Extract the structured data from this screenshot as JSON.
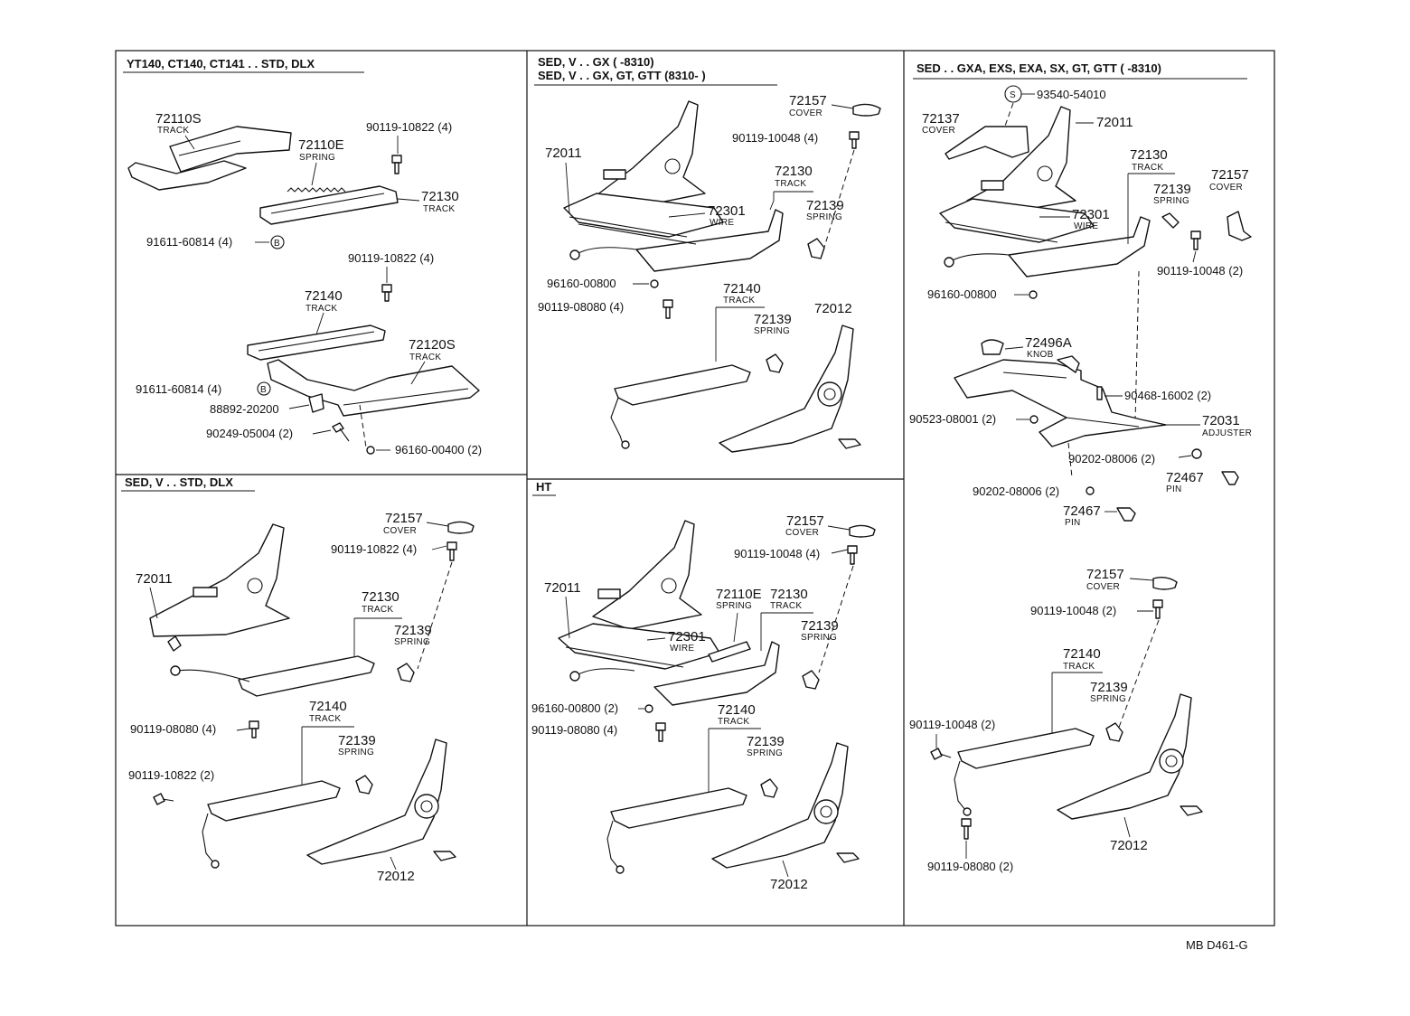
{
  "panels": {
    "p1": {
      "header": "YT140, CT140, CT141 . . STD, DLX",
      "items": [
        {
          "num": "72110S",
          "name": "TRACK"
        },
        {
          "num": "72110E",
          "name": "SPRING"
        },
        {
          "num": "90119-10822 (4)",
          "name": ""
        },
        {
          "num": "72130",
          "name": "TRACK"
        },
        {
          "num": "91611-60814 (4)",
          "name": "",
          "badge": "B"
        },
        {
          "num": "90119-10822 (4)",
          "name": ""
        },
        {
          "num": "72140",
          "name": "TRACK"
        },
        {
          "num": "72120S",
          "name": "TRACK"
        },
        {
          "num": "91611-60814 (4)",
          "name": "",
          "badge": "B"
        },
        {
          "num": "88892-20200",
          "name": ""
        },
        {
          "num": "90249-05004 (2)",
          "name": ""
        },
        {
          "num": "96160-00400 (2)",
          "name": ""
        }
      ]
    },
    "p2": {
      "header_line1": "SED, V . . GX (        -8310)",
      "header_line2": "SED, V . . GX, GT, GTT (8310-          )",
      "items": [
        {
          "num": "72157",
          "name": "COVER"
        },
        {
          "num": "90119-10048 (4)",
          "name": ""
        },
        {
          "num": "72011",
          "name": ""
        },
        {
          "num": "72130",
          "name": "TRACK"
        },
        {
          "num": "72301",
          "name": "WIRE"
        },
        {
          "num": "72139",
          "name": "SPRING"
        },
        {
          "num": "96160-00800",
          "name": ""
        },
        {
          "num": "90119-08080 (4)",
          "name": ""
        },
        {
          "num": "72140",
          "name": "TRACK"
        },
        {
          "num": "72139",
          "name": "SPRING"
        },
        {
          "num": "72012",
          "name": ""
        }
      ]
    },
    "p3": {
      "header": "SED . . GXA, EXS, EXA, SX, GT, GTT (        -8310)",
      "items": [
        {
          "num": "93540-54010",
          "name": "",
          "badge": "S"
        },
        {
          "num": "72137",
          "name": "COVER"
        },
        {
          "num": "72011",
          "name": ""
        },
        {
          "num": "72130",
          "name": "TRACK"
        },
        {
          "num": "72157",
          "name": "COVER"
        },
        {
          "num": "72139",
          "name": "SPRING"
        },
        {
          "num": "72301",
          "name": "WIRE"
        },
        {
          "num": "90119-10048 (2)",
          "name": ""
        },
        {
          "num": "96160-00800",
          "name": ""
        },
        {
          "num": "72496A",
          "name": "KNOB"
        },
        {
          "num": "90468-16002 (2)",
          "name": ""
        },
        {
          "num": "90523-08001 (2)",
          "name": ""
        },
        {
          "num": "72031",
          "name": "ADJUSTER"
        },
        {
          "num": "90202-08006 (2)",
          "name": ""
        },
        {
          "num": "72467",
          "name": "PIN"
        },
        {
          "num": "90202-08006 (2)",
          "name": ""
        },
        {
          "num": "72467",
          "name": "PIN"
        },
        {
          "num": "72157",
          "name": "COVER"
        },
        {
          "num": "90119-10048 (2)",
          "name": ""
        },
        {
          "num": "72140",
          "name": "TRACK"
        },
        {
          "num": "72139",
          "name": "SPRING"
        },
        {
          "num": "90119-10048 (2)",
          "name": ""
        },
        {
          "num": "72012",
          "name": ""
        },
        {
          "num": "90119-08080 (2)",
          "name": ""
        }
      ]
    },
    "p4": {
      "header": "SED, V . . STD, DLX",
      "items": [
        {
          "num": "72157",
          "name": "COVER"
        },
        {
          "num": "90119-10822 (4)",
          "name": ""
        },
        {
          "num": "72011",
          "name": ""
        },
        {
          "num": "72130",
          "name": "TRACK"
        },
        {
          "num": "72139",
          "name": "SPRING"
        },
        {
          "num": "72140",
          "name": "TRACK"
        },
        {
          "num": "90119-08080 (4)",
          "name": ""
        },
        {
          "num": "72139",
          "name": "SPRING"
        },
        {
          "num": "90119-10822 (2)",
          "name": ""
        },
        {
          "num": "72012",
          "name": ""
        }
      ]
    },
    "p5": {
      "header": "HT",
      "items": [
        {
          "num": "72157",
          "name": "COVER"
        },
        {
          "num": "90119-10048 (4)",
          "name": ""
        },
        {
          "num": "72011",
          "name": ""
        },
        {
          "num": "72110E",
          "name": "SPRING"
        },
        {
          "num": "72130",
          "name": "TRACK"
        },
        {
          "num": "72301",
          "name": "WIRE"
        },
        {
          "num": "72139",
          "name": "SPRING"
        },
        {
          "num": "96160-00800 (2)",
          "name": ""
        },
        {
          "num": "90119-08080 (4)",
          "name": ""
        },
        {
          "num": "72140",
          "name": "TRACK"
        },
        {
          "num": "72139",
          "name": "SPRING"
        },
        {
          "num": "72012",
          "name": ""
        }
      ]
    }
  },
  "footer_code": "MB  D461-G"
}
